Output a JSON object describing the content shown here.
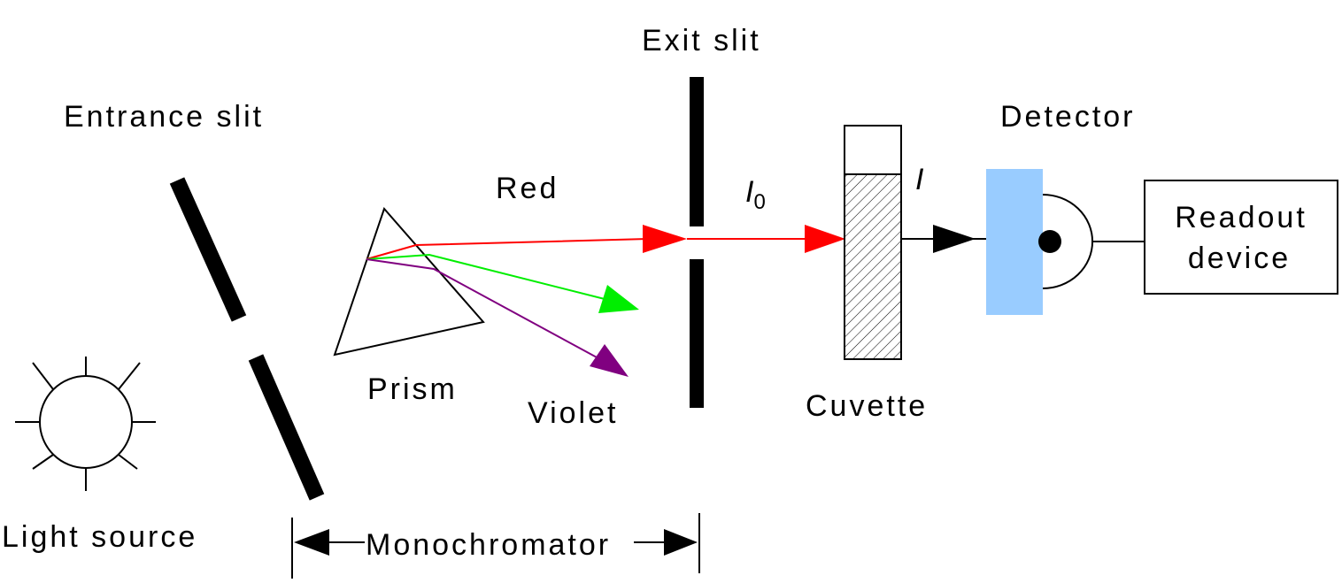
{
  "labels": {
    "light_source": "Light source",
    "entrance_slit": "Entrance slit",
    "prism": "Prism",
    "red": "Red",
    "violet": "Violet",
    "exit_slit": "Exit slit",
    "incident_intensity": "I",
    "incident_subscript": "0",
    "transmitted_intensity": "I",
    "cuvette": "Cuvette",
    "detector": "Detector",
    "readout_line1": "Readout",
    "readout_line2": "device",
    "monochromator": "Monochromator"
  },
  "colors": {
    "red_ray": "#ff0000",
    "green_ray": "#00ee00",
    "violet_ray": "#800080",
    "detector_fill": "#99ccff",
    "ink": "#000000"
  }
}
